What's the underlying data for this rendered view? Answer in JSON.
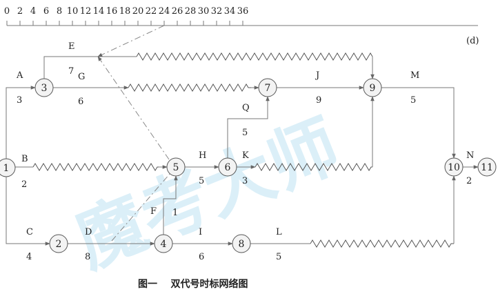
{
  "timescale": {
    "ticks": [
      "0",
      "2",
      "4",
      "6",
      "8",
      "10",
      "12",
      "14",
      "16",
      "18",
      "20",
      "22",
      "24",
      "26",
      "28",
      "30",
      "32",
      "34",
      "36"
    ],
    "unit_label": "(d)"
  },
  "watermark": {
    "text": "魔考大师",
    "color": "#bfe3f3"
  },
  "nodes": [
    "1",
    "2",
    "3",
    "4",
    "5",
    "6",
    "7",
    "8",
    "9",
    "10",
    "11"
  ],
  "activities": [
    {
      "name": "A",
      "duration": "3"
    },
    {
      "name": "E",
      "duration": "7"
    },
    {
      "name": "G",
      "duration": "6"
    },
    {
      "name": "J",
      "duration": "9"
    },
    {
      "name": "M",
      "duration": "5"
    },
    {
      "name": "Q",
      "duration": "5"
    },
    {
      "name": "B",
      "duration": "2"
    },
    {
      "name": "H",
      "duration": "5"
    },
    {
      "name": "K",
      "duration": "3"
    },
    {
      "name": "N",
      "duration": "2"
    },
    {
      "name": "F",
      "duration": "1"
    },
    {
      "name": "C",
      "duration": "4"
    },
    {
      "name": "D",
      "duration": "8"
    },
    {
      "name": "I",
      "duration": "6"
    },
    {
      "name": "L",
      "duration": "5"
    }
  ],
  "caption": "图一    双代号时标网络图"
}
